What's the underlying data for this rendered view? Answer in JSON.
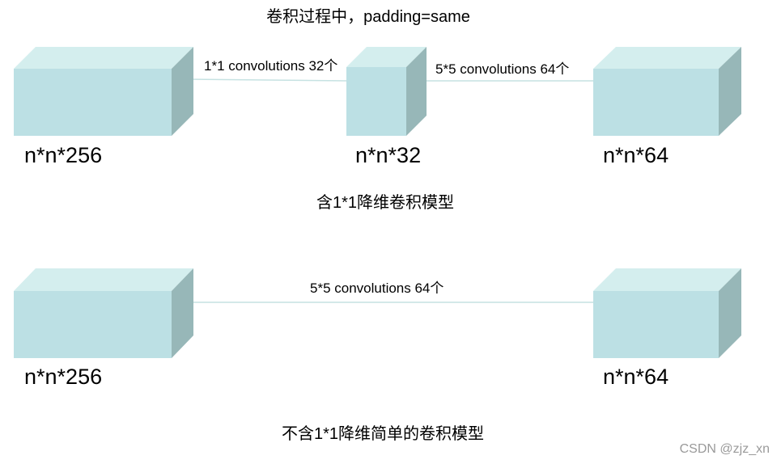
{
  "title": "卷积过程中，padding=same",
  "colors": {
    "block_front": "#bce0e4",
    "block_top": "#d4eeee",
    "block_side": "#97b7b8",
    "connector": "#c6e2e2",
    "watermark": "#9a9a9a"
  },
  "diagram_with_reduction": {
    "caption": "含1*1降维卷积模型",
    "blocks": [
      {
        "label": "n*n*256"
      },
      {
        "label": "n*n*32"
      },
      {
        "label": "n*n*64"
      }
    ],
    "connections": [
      {
        "label": "1*1 convolutions 32个"
      },
      {
        "label": "5*5 convolutions 64个"
      }
    ]
  },
  "diagram_without_reduction": {
    "caption": "不含1*1降维简单的卷积模型",
    "blocks": [
      {
        "label": "n*n*256"
      },
      {
        "label": "n*n*64"
      }
    ],
    "connections": [
      {
        "label": "5*5 convolutions 64个"
      }
    ]
  },
  "watermark": "CSDN @zjz_xn"
}
